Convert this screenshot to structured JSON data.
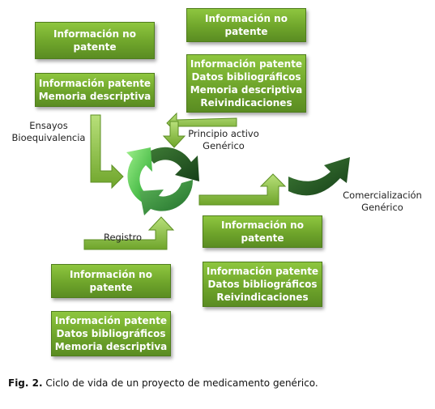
{
  "boxes": {
    "top_left_1": [
      "Información no",
      "patente"
    ],
    "top_left_2": [
      "Información patente",
      "Memoria descriptiva"
    ],
    "top_right_1": [
      "Información no",
      "patente"
    ],
    "top_right_2": [
      "Información patente",
      "Datos bibliográficos",
      "Memoria descriptiva",
      "Reivindicaciones"
    ],
    "mid_right_1": [
      "Información no",
      "patente"
    ],
    "mid_right_2": [
      "Información patente",
      "Datos bibliográficos",
      "Reivindicaciones"
    ],
    "bottom_left_1": [
      "Información no",
      "patente"
    ],
    "bottom_left_2": [
      "Información patente",
      "Datos bibliográficos",
      "Memoria descriptiva"
    ]
  },
  "labels": {
    "ensayos": [
      "Ensayos",
      "Bioequivalencia"
    ],
    "principio": [
      "Principio activo",
      "Genérico"
    ],
    "registro": "Registro",
    "comercializacion": [
      "Comercialización",
      "Genérico"
    ]
  },
  "caption": {
    "fig": "Fig. 2.",
    "text": "Ciclo de vida de un proyecto de medicamento genérico."
  },
  "colors": {
    "box_green": "#7db536",
    "arrow_light": "#9ccf5a",
    "cycle_light": "#3fbf3f",
    "cycle_dark": "#1f5a26",
    "comercial_arrow": "#163f18"
  }
}
